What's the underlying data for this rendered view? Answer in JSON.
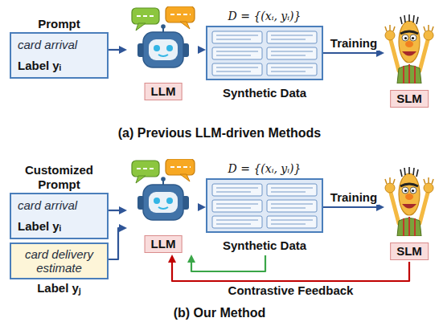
{
  "diagram": {
    "nodes": [
      {
        "text": [
          "Prompt",
          "card arrival",
          "Label yᵢ"
        ]
      },
      {
        "text": [
          "LLM"
        ]
      },
      {
        "text": [
          "Synthetic Data"
        ]
      },
      {
        "text": [
          "SLM"
        ]
      },
      {
        "text": [
          "Customized Prompt",
          "card arrival",
          "Label yᵢ"
        ]
      },
      {
        "text": [
          "card delivery estimate",
          "Label yⱼ"
        ]
      },
      {
        "text": [
          "LLM"
        ]
      },
      {
        "text": [
          "Synthetic Data"
        ]
      },
      {
        "text": [
          "SLM"
        ]
      }
    ],
    "edges": [
      {
        "from": 0,
        "to": 1,
        "arrow": "to"
      },
      {
        "from": 1,
        "to": 2,
        "arrow": "to"
      },
      {
        "from": 2,
        "to": 3,
        "arrow": "to",
        "label": "Training"
      },
      {
        "from": 4,
        "to": 6,
        "arrow": "to"
      },
      {
        "from": 5,
        "to": 6,
        "arrow": "to"
      },
      {
        "from": 6,
        "to": 7,
        "arrow": "to"
      },
      {
        "from": 7,
        "to": 8,
        "arrow": "to",
        "label": "Training"
      },
      {
        "from": 7,
        "to": 6,
        "arrow": "to"
      },
      {
        "from": 8,
        "to": 6,
        "arrow": "to",
        "label": "Contrastive Feedback"
      }
    ],
    "labels": [
      "D = {(xᵢ, yᵢ)}",
      "(a) Previous LLM-driven Methods",
      "D = {(xᵢ, yᵢ)}",
      "(b) Our Method"
    ]
  }
}
